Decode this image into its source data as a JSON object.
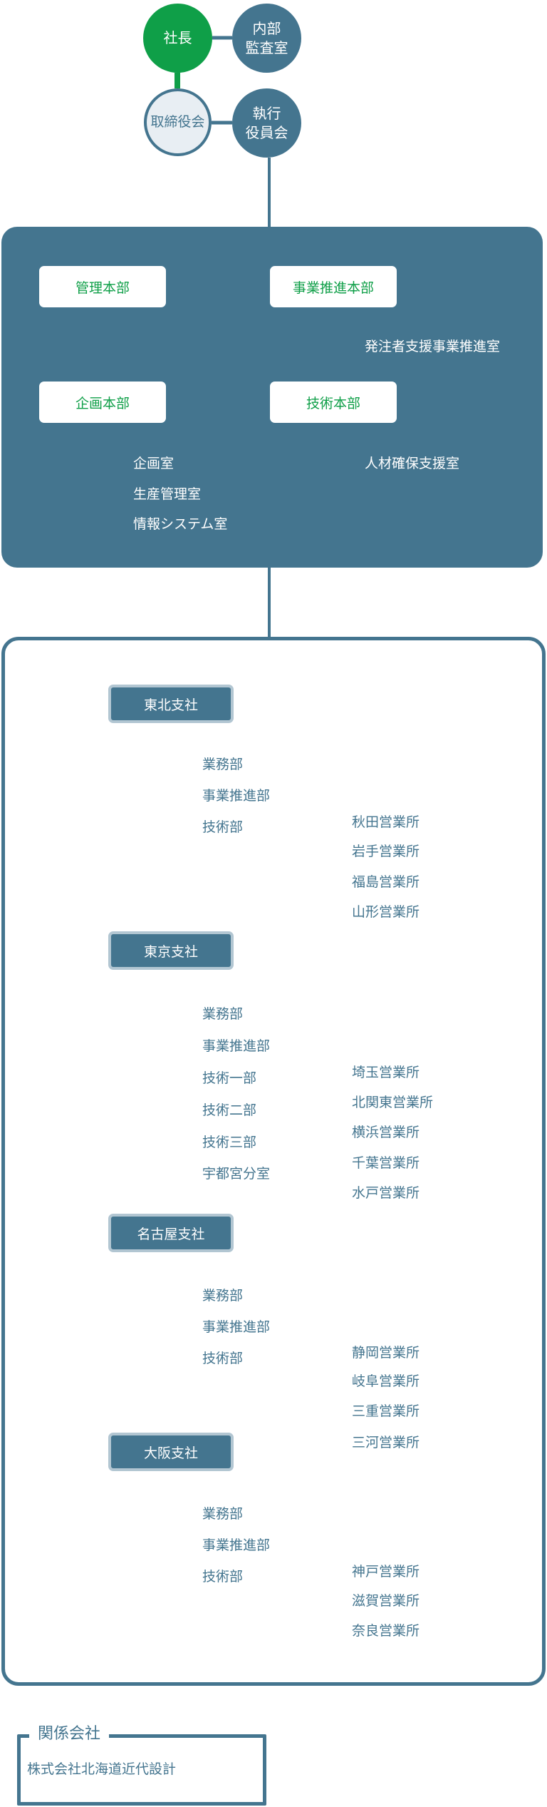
{
  "top": {
    "president": "社長",
    "audit_office": "内部\n監査室",
    "board": "取締役会",
    "executive_committee": "執行\n役員会"
  },
  "headquarters": {
    "management": {
      "label": "管理本部",
      "items": []
    },
    "business_promotion": {
      "label": "事業推進本部",
      "items": [
        "発注者支援事業推進室"
      ]
    },
    "planning": {
      "label": "企画本部",
      "items": [
        "企画室",
        "生産管理室",
        "情報システム室"
      ]
    },
    "engineering": {
      "label": "技術本部",
      "items": [
        "人材確保支援室"
      ]
    }
  },
  "branches": [
    {
      "name": "東北支社",
      "departments": [
        "業務部",
        "事業推進部",
        "技術部"
      ],
      "offices": [
        "秋田営業所",
        "岩手営業所",
        "福島営業所",
        "山形営業所"
      ]
    },
    {
      "name": "東京支社",
      "departments": [
        "業務部",
        "事業推進部",
        "技術一部",
        "技術二部",
        "技術三部",
        "宇都宮分室"
      ],
      "offices": [
        "埼玉営業所",
        "北関東営業所",
        "横浜営業所",
        "千葉営業所",
        "水戸営業所"
      ]
    },
    {
      "name": "名古屋支社",
      "departments": [
        "業務部",
        "事業推進部",
        "技術部"
      ],
      "offices": [
        "静岡営業所",
        "岐阜営業所",
        "三重営業所",
        "三河営業所"
      ]
    },
    {
      "name": "大阪支社",
      "departments": [
        "業務部",
        "事業推進部",
        "技術部"
      ],
      "offices": [
        "神戸営業所",
        "滋賀営業所",
        "奈良営業所"
      ]
    }
  ],
  "related": {
    "title": "関係会社",
    "companies": [
      "株式会社北海道近代設計"
    ]
  },
  "colors": {
    "accent_green": "#0f9f48",
    "brand_blue": "#44758f",
    "light_fill": "#e8eef3",
    "box_border": "#b2c6d2"
  }
}
